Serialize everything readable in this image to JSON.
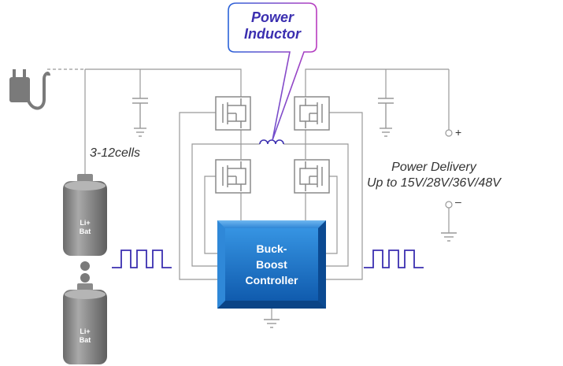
{
  "callout": {
    "line1": "Power",
    "line2": "Inductor"
  },
  "cells_label": "3-12cells",
  "power_delivery": {
    "line1": "Power Delivery",
    "line2": "Up to 15V/28V/36V/48V"
  },
  "terminal_plus": "+",
  "terminal_minus": "–",
  "controller": {
    "line1": "Buck-",
    "line2": "Boost",
    "line3": "Controller"
  },
  "battery_top": {
    "line1": "Li+",
    "line2": "Bat"
  },
  "battery_bottom": {
    "line1": "Li+",
    "line2": "Bat"
  },
  "icons": [
    "power-plug-icon"
  ],
  "colors": {
    "controller": "#1a73c8",
    "callout_border": "#a03cc8",
    "callout_text": "#3b2fb0",
    "pwm": "#3b2fb0",
    "battery": "#7b7b7b"
  }
}
